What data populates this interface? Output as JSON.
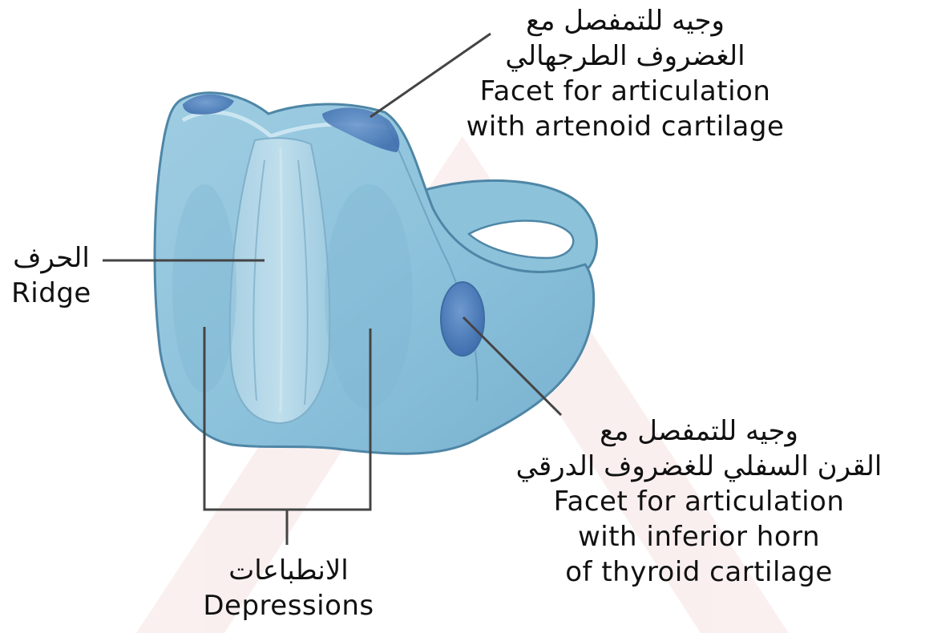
{
  "labels": {
    "top_facet": {
      "ar_line1": "وجيه للتمفصل مع",
      "ar_line2": "الغضروف الطرجهالي",
      "en_line1": "Facet for articulation",
      "en_line2": "with artenoid cartilage"
    },
    "ridge": {
      "ar": "الحرف",
      "en": "Ridge"
    },
    "depressions": {
      "ar": "الانطباعات",
      "en": "Depressions"
    },
    "bottom_facet": {
      "ar_line1": "وجيه للتمفصل مع",
      "ar_line2": "القرن السفلي للغضروف الدرقي",
      "en_line1": "Facet for articulation",
      "en_line2": "with inferior horn",
      "en_line3": "of thyroid cartilage"
    }
  },
  "colors": {
    "cartilage_base": "#8ec3dc",
    "cartilage_light": "#b3d9ea",
    "cartilage_shadow": "#6fa8c6",
    "outline": "#4e86a6",
    "facet": "#4f7fbf",
    "leader_line": "#444444",
    "text": "#111111",
    "watermark": "#f6dcdc"
  }
}
